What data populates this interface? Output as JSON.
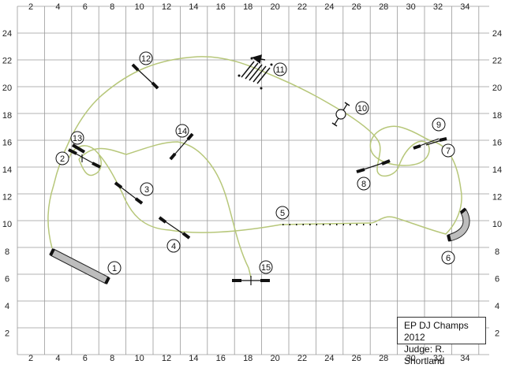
{
  "x_axis": {
    "ticks": [
      "2",
      "4",
      "6",
      "8",
      "10",
      "12",
      "14",
      "16",
      "18",
      "20",
      "22",
      "24",
      "26",
      "28",
      "30",
      "32",
      "34"
    ]
  },
  "y_axis": {
    "ticks": [
      "24",
      "22",
      "20",
      "18",
      "16",
      "14",
      "12",
      "10",
      "8",
      "6",
      "4",
      "2"
    ]
  },
  "obstacles": [
    {
      "number": "1",
      "type": "tunnel"
    },
    {
      "number": "2",
      "type": "jump"
    },
    {
      "number": "3",
      "type": "jump"
    },
    {
      "number": "4",
      "type": "jump"
    },
    {
      "number": "5",
      "type": "label"
    },
    {
      "number": "6",
      "type": "tunnel"
    },
    {
      "number": "7",
      "type": "jump"
    },
    {
      "number": "8",
      "type": "jump"
    },
    {
      "number": "9",
      "type": "jump"
    },
    {
      "number": "10",
      "type": "tyre"
    },
    {
      "number": "11",
      "type": "weave"
    },
    {
      "number": "12",
      "type": "jump"
    },
    {
      "number": "13",
      "type": "jump"
    },
    {
      "number": "14",
      "type": "jump"
    },
    {
      "number": "15",
      "type": "jump"
    }
  ],
  "colors": {
    "path": "#b7c77a",
    "grid": "#9a9a9a",
    "tunnel": "#bdbdbd",
    "ink": "#111111"
  },
  "legend": {
    "line1": "EP DJ Champs 2012",
    "line2": "Judge: R. Shortland"
  }
}
